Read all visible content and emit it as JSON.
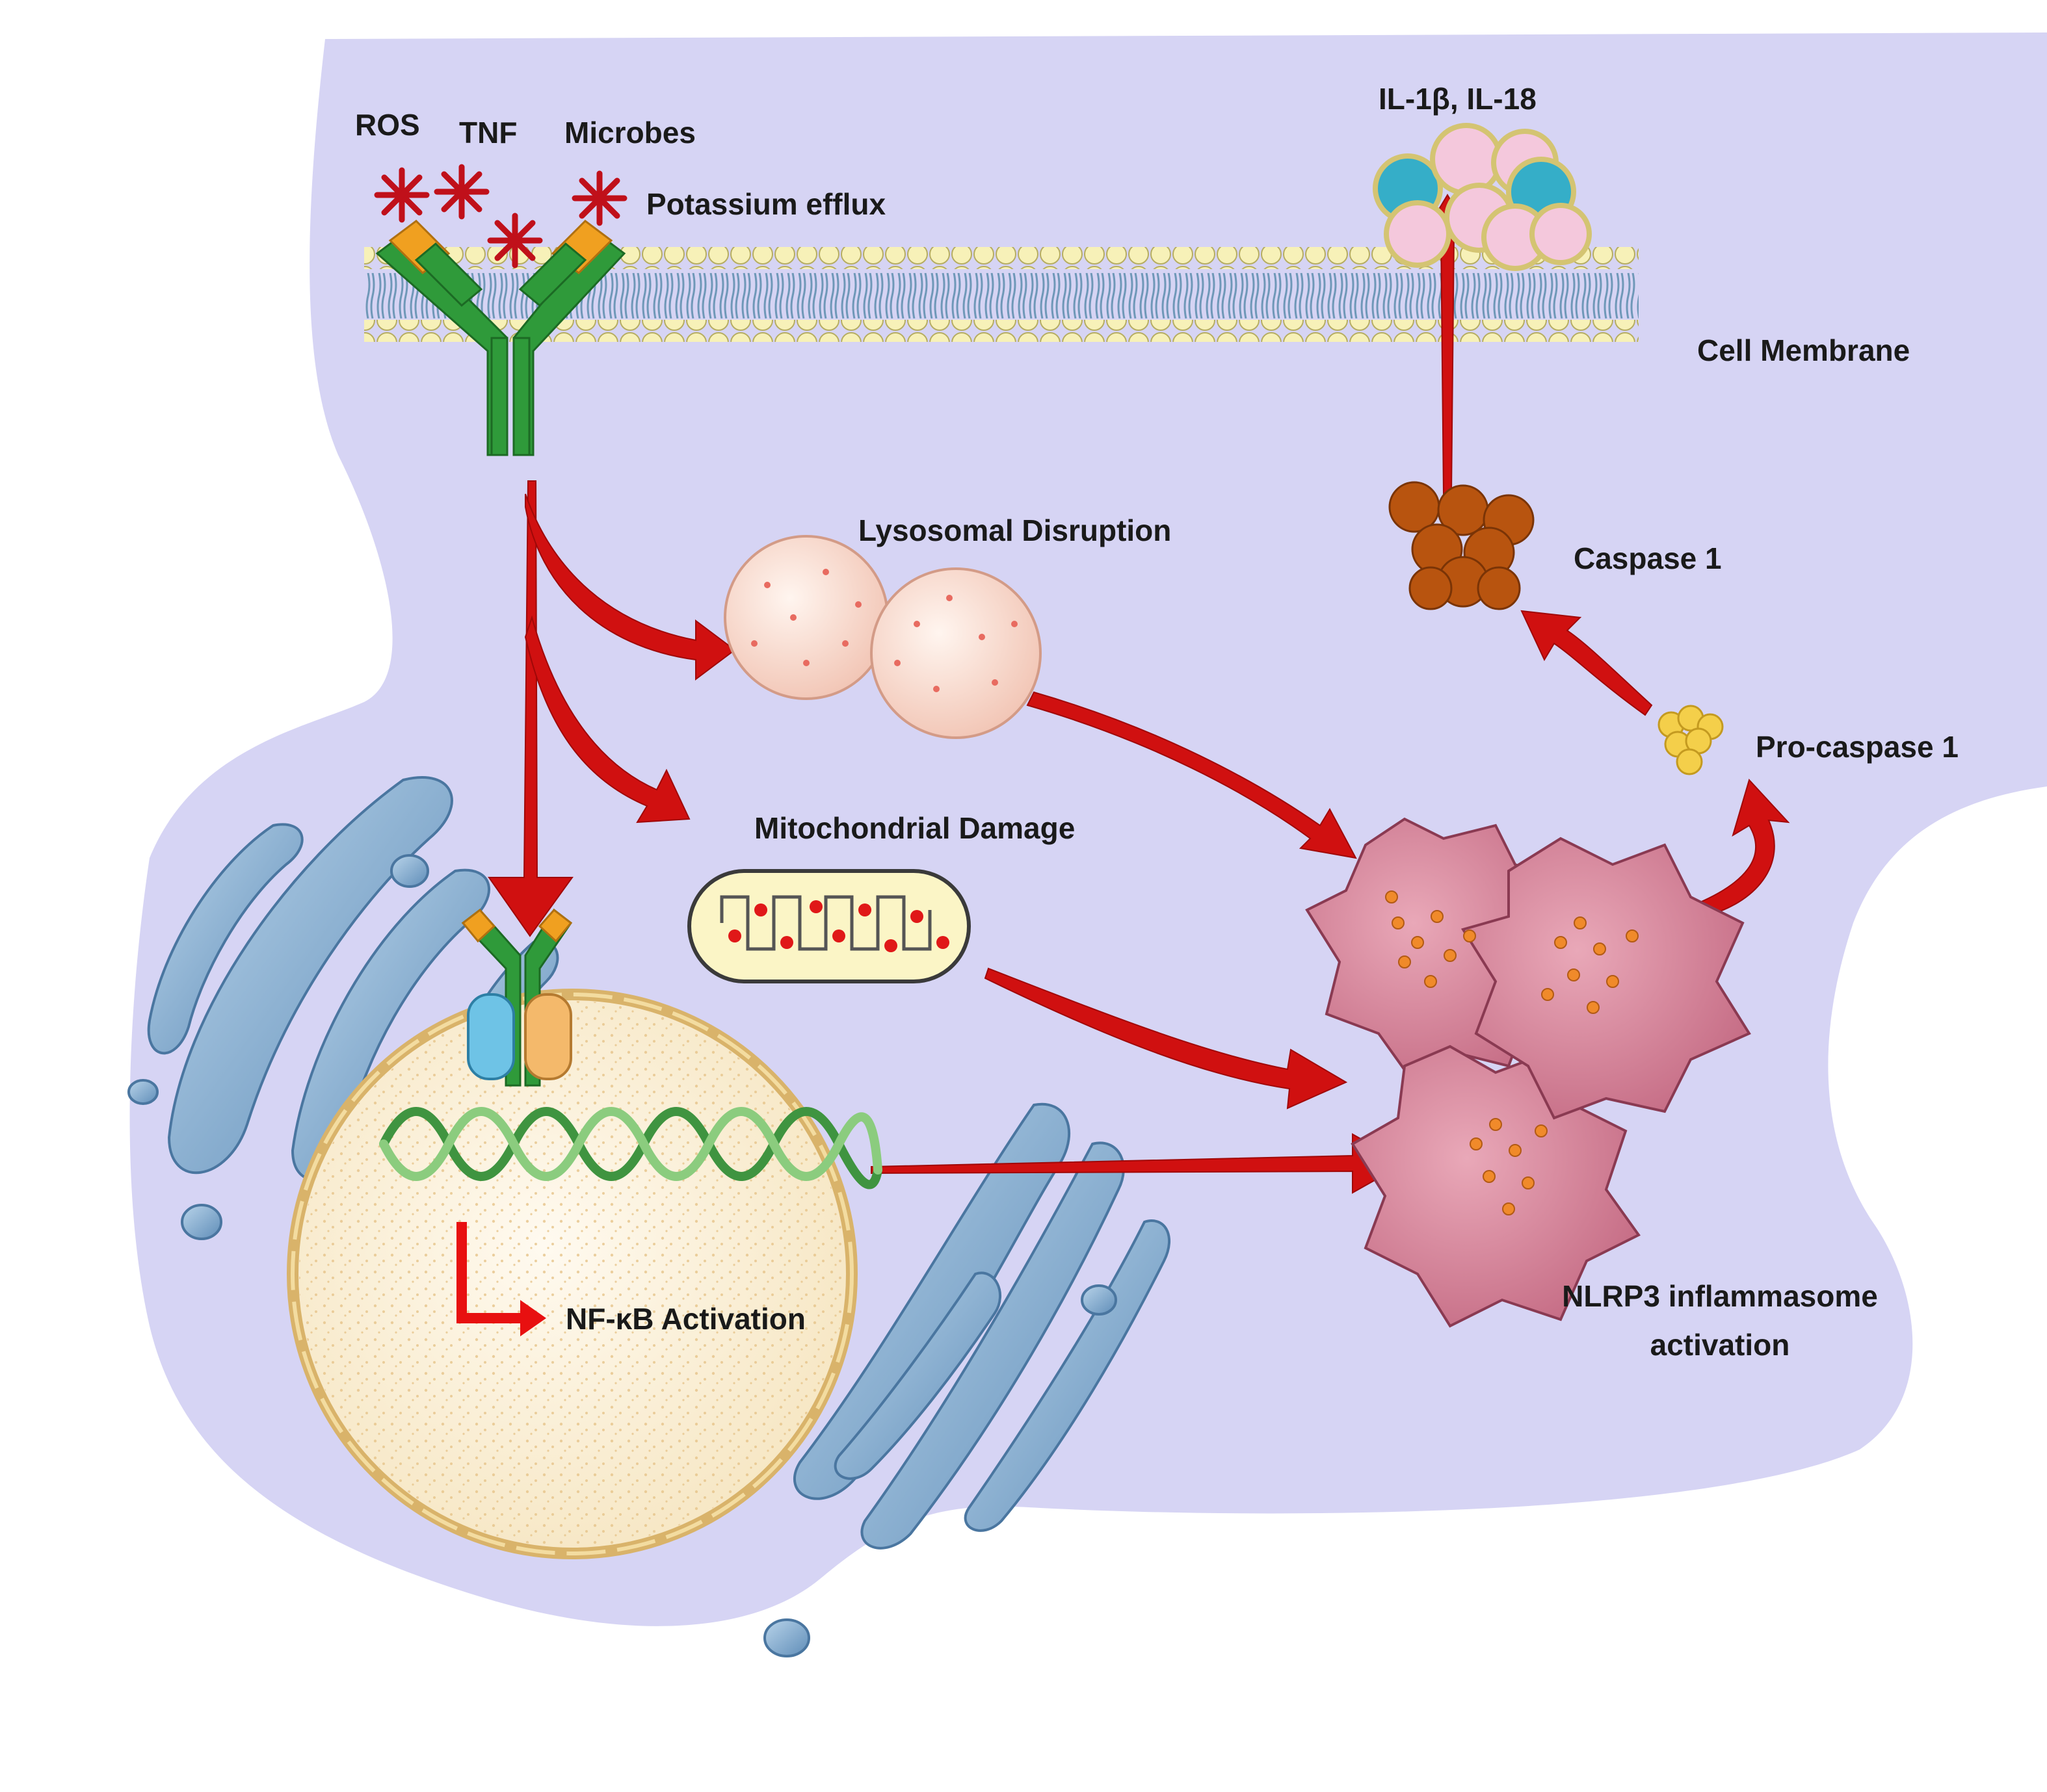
{
  "labels": {
    "ros": "ROS",
    "tnf": "TNF",
    "microbes": "Microbes",
    "potassium": "Potassium efflux",
    "il": "IL-1β, IL-18",
    "membrane": "Cell Membrane",
    "lysosomal": "Lysosomal Disruption",
    "caspase1": "Caspase 1",
    "procaspase": "Pro-caspase 1",
    "mito": "Mitochondrial Damage",
    "nfkb": "NF-κB  Activation",
    "nlrp3_line1": "NLRP3 inflammasome",
    "nlrp3_line2": "activation"
  },
  "colors": {
    "cytoplasm": "#d6d4f4",
    "arrow": "#d01010",
    "receptor_green": "#2f9a3a",
    "receptor_orange": "#f0a020",
    "lipid_head": "#f7f1b8",
    "lipid_tail": "#6f98b8",
    "golgi": "#7fa8cd",
    "nucleus": "#fbf1d6",
    "lysosome": "#f7d6c8",
    "caspase": "#b8540f",
    "procaspase": "#f4cf4a",
    "inflammasome": "#d47f94",
    "dna": "#4aa24a",
    "cytokine_pink": "#f4c8dc",
    "cytokine_blue": "#35aec8"
  },
  "icons": [
    "stimulus-star-icon",
    "receptor-icon",
    "lysosome-icon",
    "mitochondrion-icon",
    "nucleus-icon",
    "dna-helix-icon",
    "golgi-icon",
    "caspase-icon",
    "procaspase-icon",
    "inflammasome-icon",
    "cytokine-icon"
  ]
}
